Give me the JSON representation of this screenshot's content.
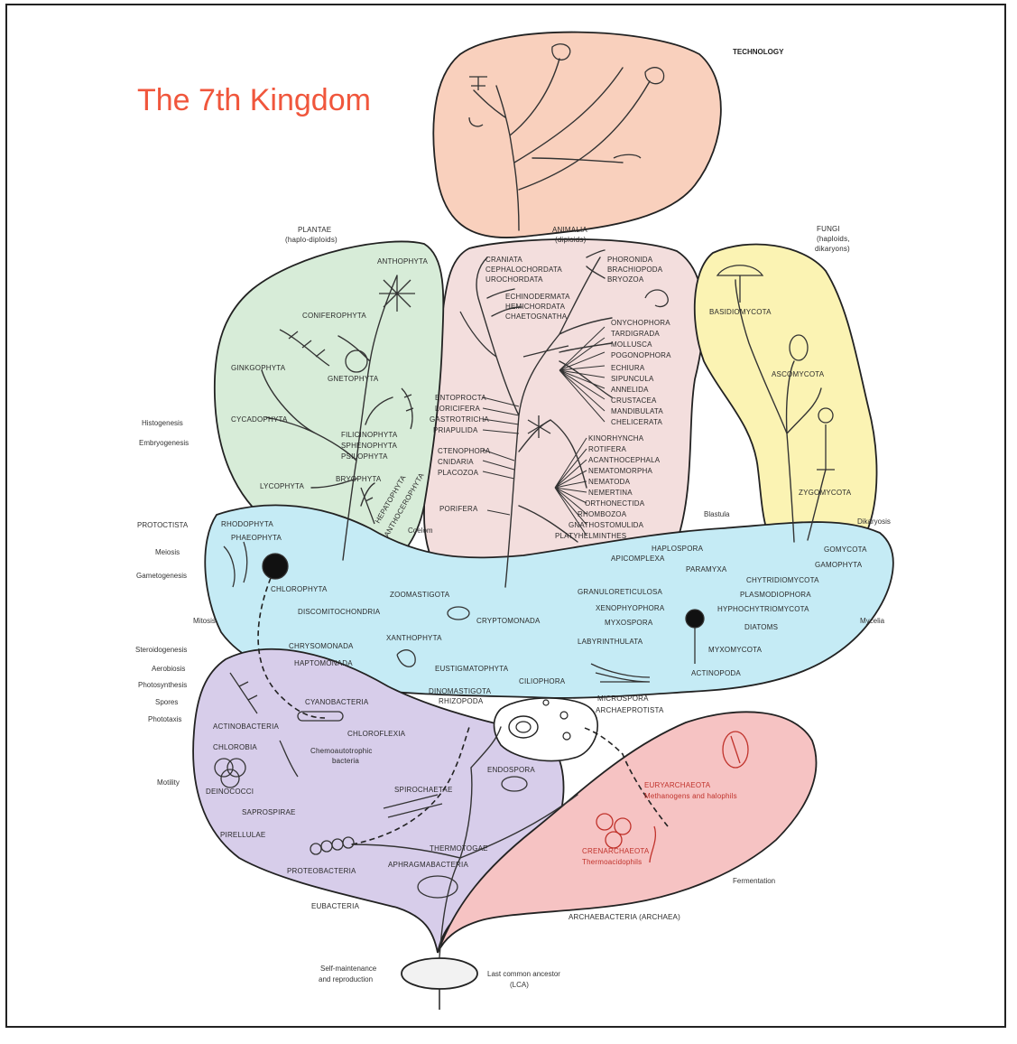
{
  "title": "The 7th Kingdom",
  "colors": {
    "technology": "#f9d0bd",
    "animalia": "#f3dedd",
    "plantae": "#d7ecd8",
    "fungi": "#fbf3b3",
    "protoctista": "#c5ebf5",
    "eubacteria": "#d7cdea",
    "archaebacteria": "#f6c3c3",
    "title": "#f0563c"
  },
  "kingdoms": {
    "technology": "TECHNOLOGY",
    "plantae": "PLANTAE",
    "plantae_sub": "(haplo-diploids)",
    "animalia": "ANIMALIA",
    "animalia_sub": "(diploids)",
    "fungi": "FUNGI",
    "fungi_sub1": "(haploids,",
    "fungi_sub2": "dikaryons)",
    "protoctista": "PROTOCTISTA",
    "eubacteria": "EUBACTERIA",
    "archaebacteria": "ARCHAEBACTERIA (ARCHAEA)"
  },
  "side_labels": {
    "histogenesis": "Histogenesis",
    "embryogenesis": "Embryogenesis",
    "meiosis": "Meiosis",
    "gametogenesis": "Gametogenesis",
    "mitosis": "Mitosis",
    "steroidogenesis": "Steroidogenesis",
    "aerobiosis": "Aerobiosis",
    "photosynthesis": "Photosynthesis",
    "spores": "Spores",
    "phototaxis": "Phototaxis",
    "motility": "Motility",
    "coelom": "Coelom",
    "blastula": "Blastula",
    "dikaryosis": "Dikaryosis",
    "mycelia": "Mycelia",
    "fermentation": "Fermentation",
    "self_maintenance1": "Self-maintenance",
    "self_maintenance2": "and reproduction",
    "lca1": "Last common ancestor",
    "lca2": "(LCA)"
  },
  "plantae_phyla": [
    "ANTHOPHYTA",
    "CONIFEROPHYTA",
    "GINKGOPHYTA",
    "GNETOPHYTA",
    "CYCADOPHYTA",
    "FILICINOPHYTA",
    "SPHENOPHYTA",
    "PSILOPHYTA",
    "LYCOPHYTA",
    "BRYOPHYTA",
    "HEPATOPHYTA",
    "ANTHOCEROPHYTA"
  ],
  "animalia_phyla": [
    "CRANIATA",
    "CEPHALOCHORDATA",
    "UROCHORDATA",
    "PHORONIDA",
    "BRACHIOPODA",
    "BRYOZOA",
    "ECHINODERMATA",
    "HEMICHORDATA",
    "CHAETOGNATHA",
    "ONYCHOPHORA",
    "TARDIGRADA",
    "MOLLUSCA",
    "POGONOPHORA",
    "ECHIURA",
    "SIPUNCULA",
    "ANNELIDA",
    "CRUSTACEA",
    "MANDIBULATA",
    "CHELICERATA",
    "ENTOPROCTA",
    "LORICIFERA",
    "GASTROTRICHA",
    "PRIAPULIDA",
    "KINORHYNCHA",
    "ROTIFERA",
    "ACANTHOCEPHALA",
    "CTENOPHORA",
    "CNIDARIA",
    "NEMATOMORPHA",
    "PLACOZOA",
    "NEMATODA",
    "NEMERTINA",
    "PORIFERA",
    "ORTHONECTIDA",
    "RHOMBOZOA",
    "GNATHOSTOMULIDA",
    "PLATYHELMINTHES"
  ],
  "fungi_phyla": [
    "BASIDIOMYCOTA",
    "ASCOMYCOTA",
    "ZYGOMYCOTA"
  ],
  "protoctista_phyla": [
    "RHODOPHYTA",
    "PHAEOPHYTA",
    "CHLOROPHYTA",
    "HAPLOSPORA",
    "APICOMPLEXA",
    "PARAMYXA",
    "GOMYCOTA",
    "GAMOPHYTA",
    "CHYTRIDIOMYCOTA",
    "PLASMODIOPHORA",
    "HYPHOCHYTRIOMYCOTA",
    "ZOOMASTIGOTA",
    "GRANULORETICULOSA",
    "DISCOMITOCHONDRIA",
    "CRYPTOMONADA",
    "XENOPHYOPHORA",
    "DIATOMS",
    "MYXOSPORA",
    "XANTHOPHYTA",
    "CHRYSOMONADA",
    "LABYRINTHULATA",
    "MYXOMYCOTA",
    "HAPTOMONADA",
    "EUSTIGMATOPHYTA",
    "ACTINOPODA",
    "CILIOPHORA",
    "DINOMASTIGOTA",
    "RHIZOPODA",
    "MICROSPORA",
    "ARCHAEPROTISTA"
  ],
  "eubacteria_phyla": [
    "CYANOBACTERIA",
    "ACTINOBACTERIA",
    "CHLOROFLEXIA",
    "CHLOROBIA",
    "Chemoautotrophic",
    "bacteria",
    "DEINOCOCCI",
    "ENDOSPORA",
    "SPIROCHAETAE",
    "SAPROSPIRAE",
    "PIRELLULAE",
    "THERMOTOGAE",
    "PROTEOBACTERIA",
    "APHRAGMABACTERIA"
  ],
  "archaea_phyla": [
    "EURYARCHAEOTA",
    "Methanogens and halophils",
    "CRENARCHAEOTA",
    "Thermoacidophils"
  ]
}
